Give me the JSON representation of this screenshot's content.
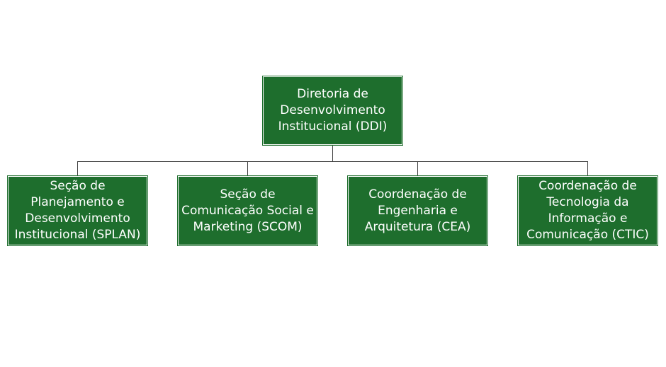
{
  "diagram": {
    "type": "org-chart",
    "root": {
      "label": "Diretoria de Desenvolvimento Institucional (DDI)"
    },
    "children": [
      {
        "label": "Seção de Planejamento e Desenvolvimento Institucional (SPLAN)"
      },
      {
        "label": "Seção de Comunicação Social e Marketing (SCOM)"
      },
      {
        "label": "Coordenação de Engenharia e Arquitetura (CEA)"
      },
      {
        "label": "Coordenação de Tecnologia da Informação e Comunicação (CTIC)"
      }
    ],
    "colors": {
      "box_fill": "#1e6e2d",
      "box_text": "#ffffff",
      "connector": "#404040"
    }
  }
}
